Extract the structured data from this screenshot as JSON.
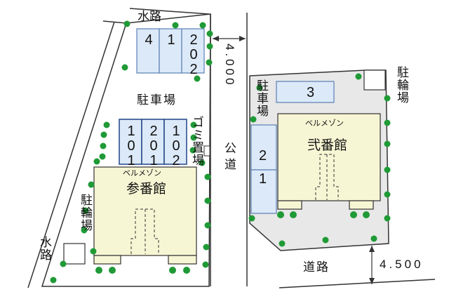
{
  "labels": {
    "water_top": "水路",
    "water_left": "水路",
    "parking_main": "駐車場",
    "bike_left": "駐輪場",
    "bike_right": "駐輪場",
    "parking_right": "駐車場",
    "garbage": "ゴミ置場",
    "public_road": "公道",
    "road": "道路",
    "road_width_top": "4.000",
    "road_width_bottom": "4.500"
  },
  "parking_top": [
    "4",
    "1",
    "202"
  ],
  "parking_mid": [
    "101",
    "201",
    "102"
  ],
  "parking_right_slots": [
    "3",
    "2",
    "1"
  ],
  "buildings": {
    "left": {
      "brand": "ベルメゾン",
      "name": "参番館"
    },
    "right": {
      "brand": "ベルメゾン",
      "name": "弐番館"
    }
  },
  "colors": {
    "parking_fill": "#dce9f8",
    "parking_stroke": "#5b7fb3",
    "building_fill": "#f7f6d4",
    "lot_fill": "#e8e8e8",
    "tree": "#1f9a36"
  }
}
